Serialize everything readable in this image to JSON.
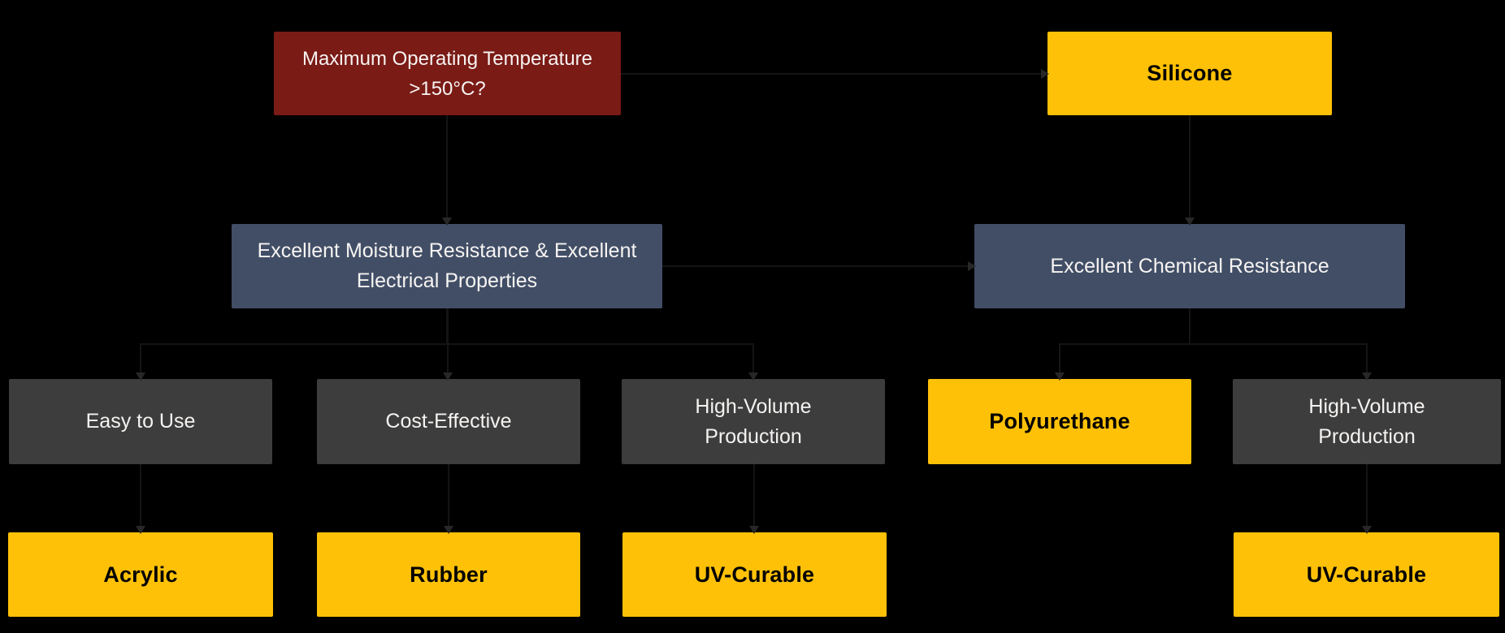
{
  "diagram": {
    "background_color": "#000000",
    "colors": {
      "question_box": "#7a1b16",
      "condition_box": "#414e66",
      "criterion_box": "#3d3d3d",
      "material_box": "#ffc107",
      "light_text": "#f7f4f2",
      "dark_text": "#000000",
      "connector_line": "#141414"
    },
    "nodes": {
      "q1": {
        "label": "Maximum Operating Temperature >150°C?",
        "kind": "question"
      },
      "silicone": {
        "label": "Silicone",
        "kind": "material"
      },
      "moisture": {
        "label": "Excellent Moisture Resistance & Excellent Electrical Properties",
        "kind": "condition"
      },
      "chemical": {
        "label": "Excellent Chemical Resistance",
        "kind": "condition"
      },
      "easy": {
        "label": "Easy to Use",
        "kind": "criterion"
      },
      "cost": {
        "label": "Cost-Effective",
        "kind": "criterion"
      },
      "hvp_left": {
        "label": "High-Volume Production",
        "kind": "criterion"
      },
      "polyurethane": {
        "label": "Polyurethane",
        "kind": "material"
      },
      "hvp_right": {
        "label": "High-Volume Production",
        "kind": "criterion"
      },
      "acrylic": {
        "label": "Acrylic",
        "kind": "material"
      },
      "rubber": {
        "label": "Rubber",
        "kind": "material"
      },
      "uv_left": {
        "label": "UV-Curable",
        "kind": "material"
      },
      "uv_right": {
        "label": "UV-Curable",
        "kind": "material"
      }
    },
    "connections": [
      {
        "from": "q1",
        "to": "silicone"
      },
      {
        "from": "q1",
        "to": "moisture"
      },
      {
        "from": "silicone",
        "to": "chemical"
      },
      {
        "from": "moisture",
        "to": "chemical"
      },
      {
        "from": "moisture",
        "to": "easy"
      },
      {
        "from": "moisture",
        "to": "cost"
      },
      {
        "from": "moisture",
        "to": "hvp_left"
      },
      {
        "from": "chemical",
        "to": "polyurethane"
      },
      {
        "from": "chemical",
        "to": "hvp_right"
      },
      {
        "from": "easy",
        "to": "acrylic"
      },
      {
        "from": "cost",
        "to": "rubber"
      },
      {
        "from": "hvp_left",
        "to": "uv_left"
      },
      {
        "from": "hvp_right",
        "to": "uv_right"
      }
    ]
  }
}
